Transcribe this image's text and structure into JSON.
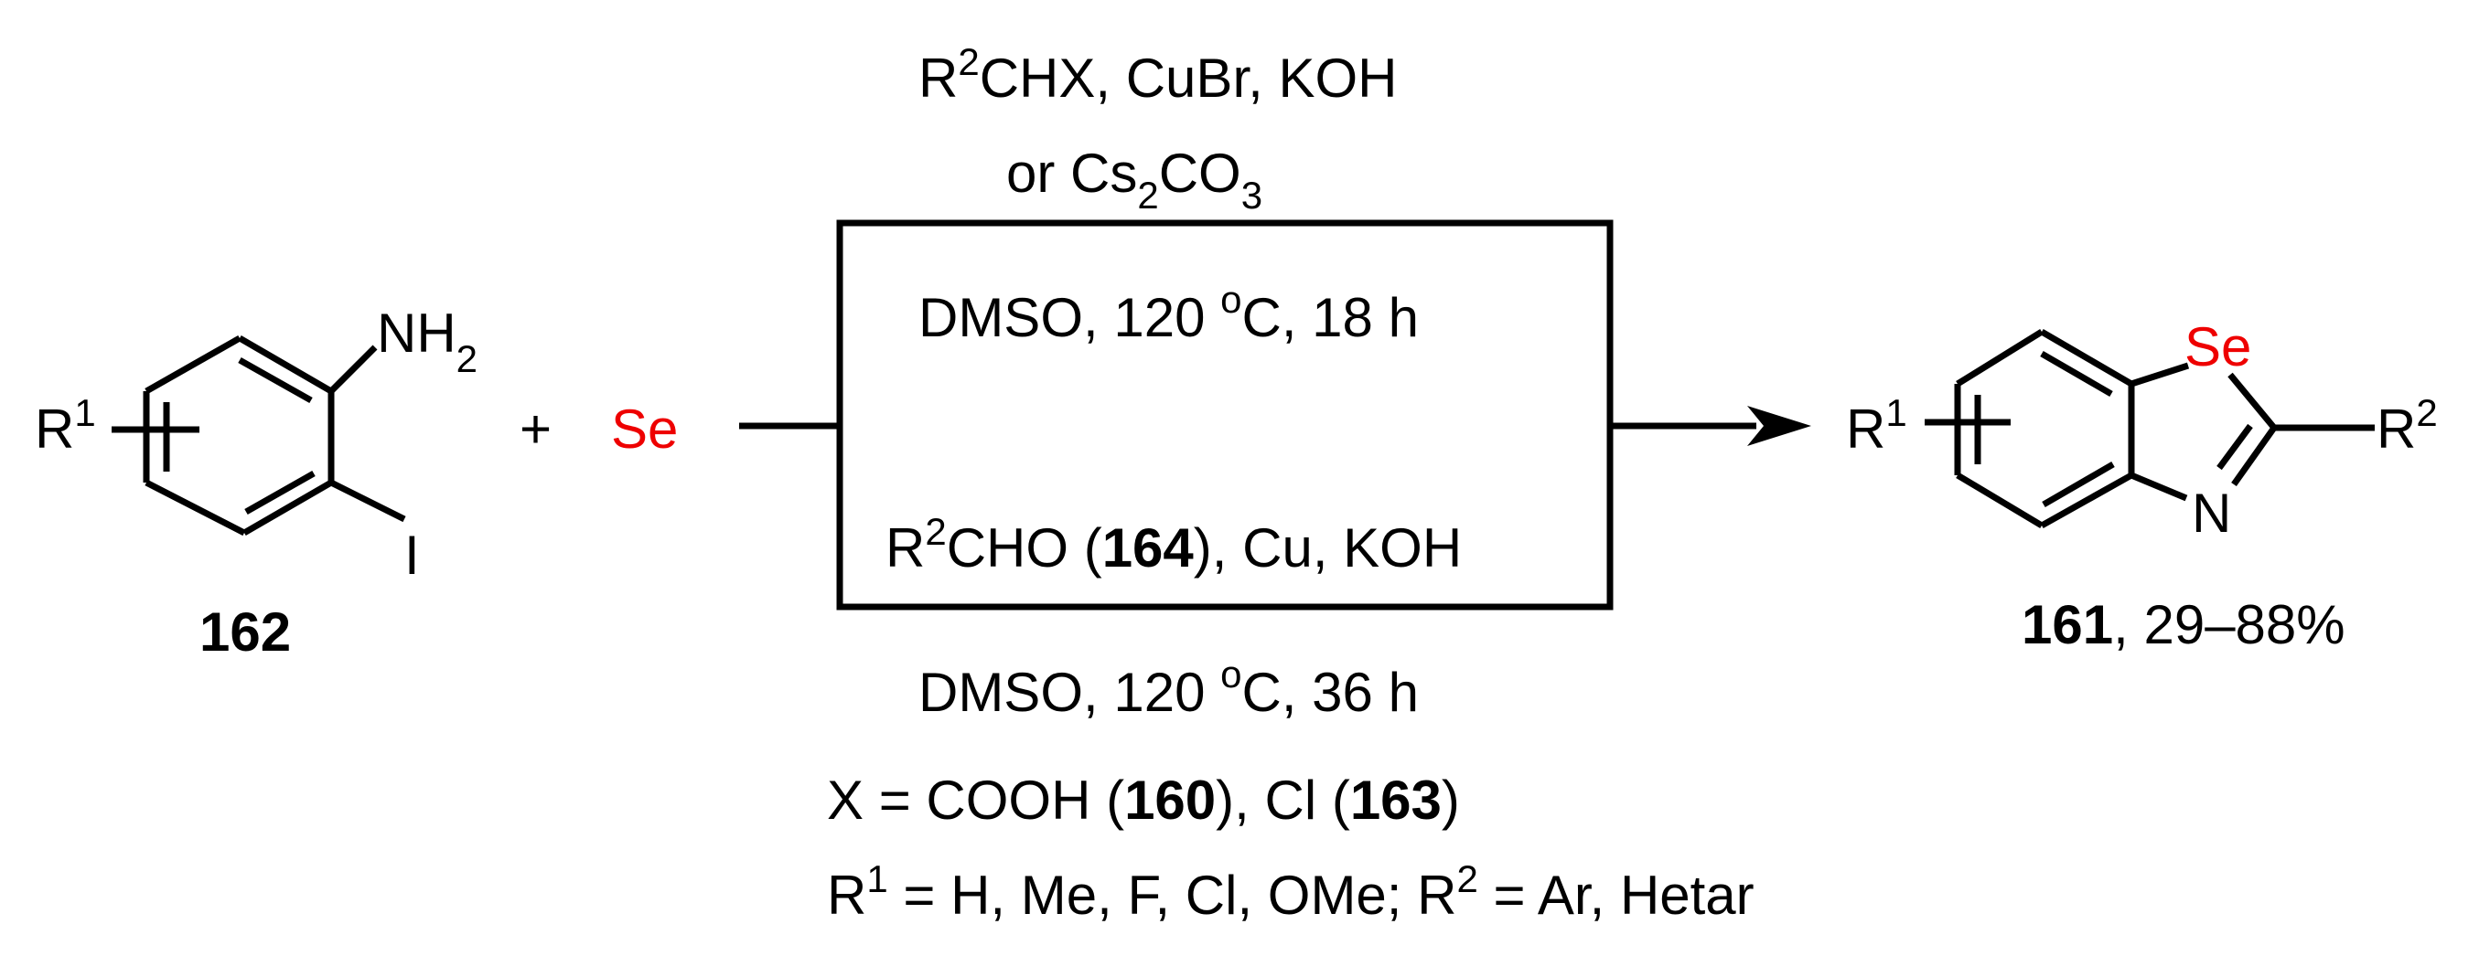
{
  "colors": {
    "selenium": "#ee0000",
    "ink": "#000000",
    "background": "#ffffff"
  },
  "reactant": {
    "amine": "NH",
    "amine_sub": "2",
    "halide": "I",
    "r_group": "R",
    "r_sup": "1",
    "label": "162"
  },
  "plus": "+",
  "selenium": "Se",
  "conditions": {
    "top_line1_r": "R",
    "top_line1_sup": "2",
    "top_line1_rest": "CHX, CuBr, KOH",
    "top_line2_a": "or Cs",
    "top_line2_sub1": "2",
    "top_line2_b": "CO",
    "top_line2_sub2": "3",
    "box_line1_a": "DMSO, 120 ",
    "box_line1_sup": "o",
    "box_line1_b": "C, 18 h",
    "box_line2_r": "R",
    "box_line2_sup": "2",
    "box_line2_a": "CHO (",
    "box_line2_bold": "164",
    "box_line2_b": "), Cu, KOH",
    "bottom_line_a": "DMSO, 120 ",
    "bottom_line_sup": "o",
    "bottom_line_b": "C, 36 h"
  },
  "product": {
    "se_atom": "Se",
    "n_atom": "N",
    "r1": "R",
    "r1_sup": "1",
    "r2": "R",
    "r2_sup": "2",
    "label": "161",
    "yield": ",  29–88%"
  },
  "footnotes": {
    "line1_a": "X = COOH (",
    "line1_b1": "160",
    "line1_c": "), Cl (",
    "line1_b2": "163",
    "line1_d": ")",
    "line2_r1": "R",
    "line2_sup1": "1",
    "line2_a": " = H, Me, F, Cl, OMe; R",
    "line2_sup2": "2",
    "line2_b": " = Ar, Hetar"
  }
}
